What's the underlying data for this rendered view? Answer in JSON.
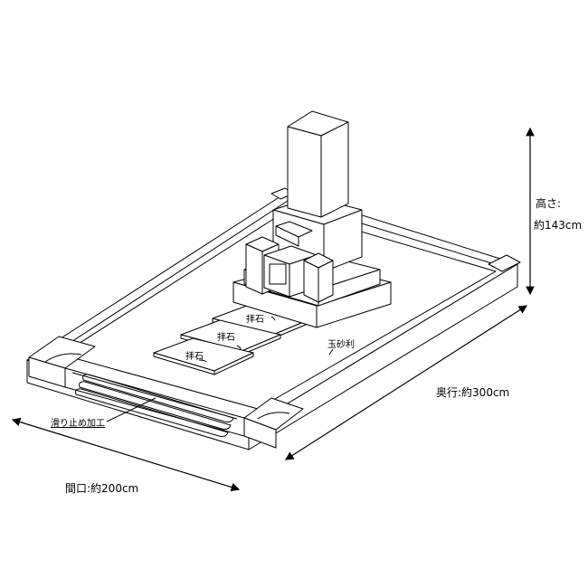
{
  "labels": {
    "height_title": "高さ:",
    "height_value": "約143cm",
    "depth": "奥行:約300cm",
    "width": "間口:約200cm",
    "haiseki": [
      "拝石",
      "拝石",
      "拝石"
    ],
    "gravel": "玉砂利",
    "antislip": "滑り止め加工"
  },
  "colors": {
    "line": "#000000",
    "fill": "#ffffff"
  }
}
